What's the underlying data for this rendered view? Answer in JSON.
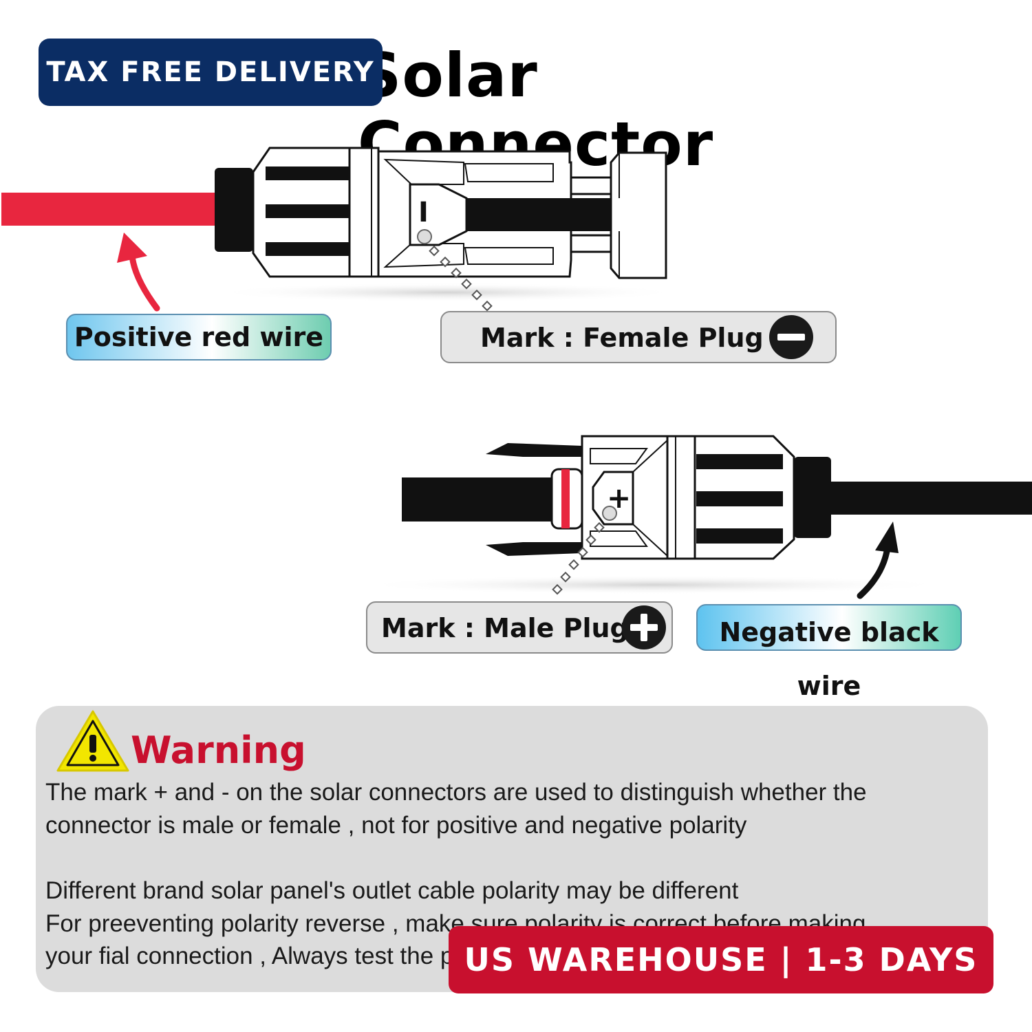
{
  "title": "Solar Connector",
  "badges": {
    "tax_free": "TAX FREE DELIVERY",
    "warehouse": "US WAREHOUSE | 1-3 DAYS"
  },
  "labels": {
    "positive": "Positive red wire",
    "negative": "Negative black wire",
    "female": "Mark : Female Plug",
    "male": "Mark : Male Plug",
    "female_mark": "I",
    "male_mark": "+"
  },
  "warning": {
    "title": "Warning",
    "line1": "The mark + and - on the solar connectors are used to distinguish whether the",
    "line2": "connector is male or female , not for positive and negative polarity",
    "line3": "Different brand solar panel's outlet cable polarity may be different",
    "line4": "For preeventing polarity reverse , make sure polarity is correct before making",
    "line5": "your fial connection , Always test the polarity"
  },
  "colors": {
    "red_wire": "#e8263f",
    "black": "#000000",
    "navy_badge": "#0b2d64",
    "red_badge": "#c8102e",
    "warning_text": "#c8102e",
    "warning_bg": "#dcdcdc"
  },
  "icons": [
    "minus-sign-icon",
    "plus-sign-icon",
    "warning-triangle-icon",
    "red-arrow-icon",
    "black-arrow-icon"
  ]
}
